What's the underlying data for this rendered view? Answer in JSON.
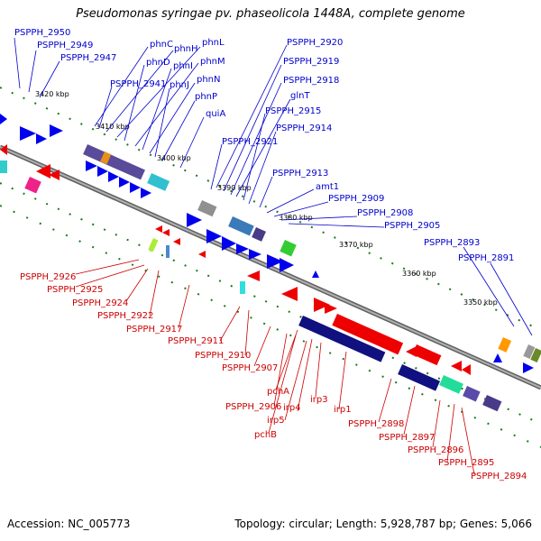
{
  "title": "Pseudomonas syringae pv. phaseolicola 1448A, complete genome",
  "footer": {
    "accession": "Accession: NC_005773",
    "summary": "Topology: circular; Length: 5,928,787 bp; Genes: 5,066"
  },
  "colors": {
    "forward_label": "#0000cc",
    "reverse_label": "#cc0000",
    "backbone": "#808080",
    "tick_dots": "#1a7a1a"
  },
  "ticks": [
    "3420 kbp",
    "3410 kbp",
    "3400 kbp",
    "3390 kbp",
    "3380 kbp",
    "3370 kbp",
    "3360 kbp",
    "3350 kbp"
  ],
  "forward_labels": [
    "PSPPH_2950",
    "PSPPH_2949",
    "PSPPH_2947",
    "phnC",
    "phnH",
    "phnL",
    "phnD",
    "phnM",
    "PSPPH_2941",
    "phnI",
    "phnN",
    "phnJ",
    "phnP",
    "quiA",
    "PSPPH_2920",
    "PSPPH_2919",
    "PSPPH_2918",
    "glnT",
    "PSPPH_2915",
    "PSPPH_2914",
    "PSPPH_2921",
    "PSPPH_2913",
    "amt1",
    "PSPPH_2909",
    "PSPPH_2908",
    "PSPPH_2905",
    "PSPPH_2893",
    "PSPPH_2891"
  ],
  "reverse_labels": [
    "PSPPH_2926",
    "PSPPH_2925",
    "PSPPH_2924",
    "PSPPH_2922",
    "PSPPH_2917",
    "PSPPH_2911",
    "PSPPH_2910",
    "PSPPH_2907",
    "pchA",
    "PSPPH_2906",
    "irp4",
    "irp5",
    "pchB",
    "irp3",
    "irp1",
    "PSPPH_2898",
    "PSPPH_2897",
    "PSPPH_2896",
    "PSPPH_2895",
    "PSPPH_2894"
  ]
}
